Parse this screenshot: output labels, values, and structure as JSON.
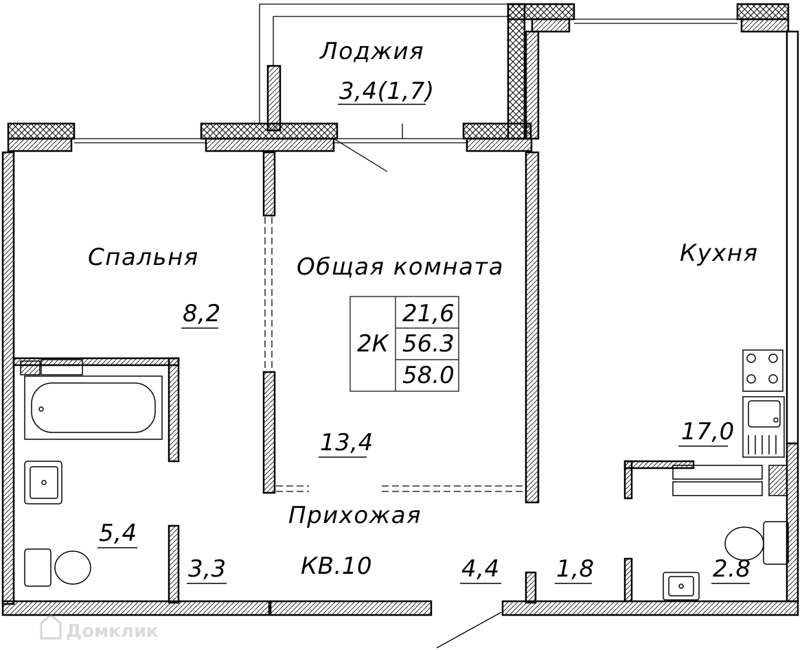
{
  "rooms": {
    "loggia": {
      "name": "Лоджия",
      "area": "3,4(1,7)"
    },
    "bedroom": {
      "name": "Спальня",
      "area": "8,2"
    },
    "living": {
      "name": "Общая комната",
      "area": "13,4"
    },
    "kitchen": {
      "name": "Кухня",
      "area": "17,0"
    },
    "hallway": {
      "name": "Прихожая",
      "area": "4,4"
    },
    "bathroom": {
      "area": "5,4"
    },
    "closet": {
      "area": "3,3"
    },
    "corridor": {
      "area": "1,8"
    },
    "wc": {
      "area": "2.8"
    }
  },
  "apartment": {
    "number": "КВ.10",
    "type": "2К",
    "living_area": "21,6",
    "total_area": "56.3",
    "total_with_loggia": "58.0"
  },
  "watermark": "Домклик"
}
